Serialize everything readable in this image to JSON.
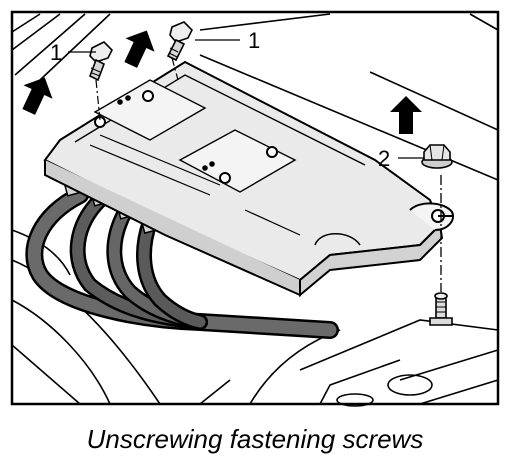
{
  "caption": "Unscrewing fastening screws",
  "callouts": {
    "screw_left": "1",
    "screw_right": "1",
    "nut": "2"
  },
  "colors": {
    "line": "#000000",
    "paper": "#ffffff",
    "plate_fill": "#e3e3e3",
    "cable_fill": "#666666",
    "bg_fill": "#f2f2f2"
  }
}
